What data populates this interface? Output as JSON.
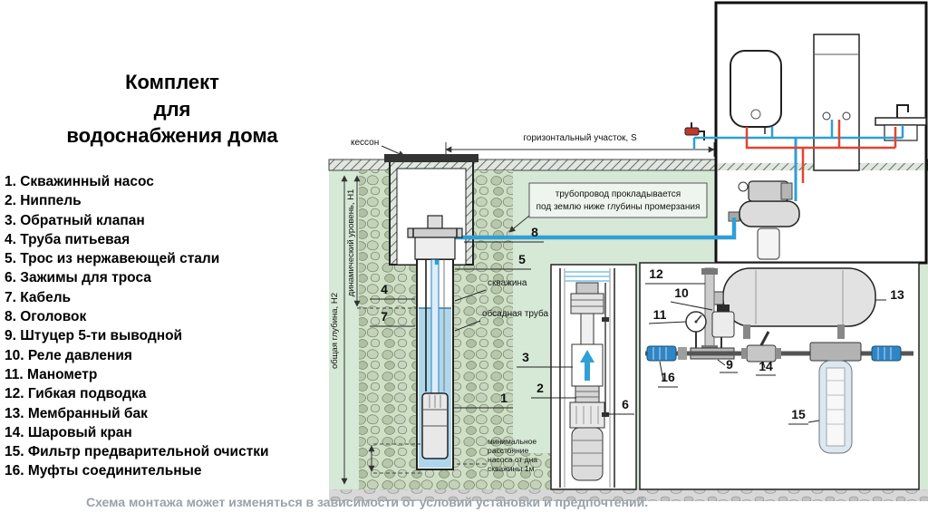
{
  "title": {
    "line1": "Комплект",
    "line2": "для",
    "line3": "водоснабжения дома"
  },
  "legend": {
    "items": [
      "1. Скважинный насос",
      "2. Ниппель",
      "3. Обратный клапан",
      "4. Труба питьевая",
      "5. Трос из нержавеющей стали",
      "6. Зажимы для троса",
      "7. Кабель",
      "8. Оголовок",
      "9. Штуцер 5-ти выводной",
      "10. Реле давления",
      "11. Манометр",
      "12. Гибкая подводка",
      "13. Мембранный бак",
      "14. Шаровый кран",
      "15. Фильтр предварительной очистки",
      "16. Муфты соединительные"
    ]
  },
  "diagram": {
    "labels": {
      "caisson": "кессон",
      "horizontal_section": "горизонтальный участок, S",
      "pipeline_note_1": "трубопровод прокладывается",
      "pipeline_note_2": "под землю ниже глубины промерзания",
      "total_depth": "общая глубина, Н2",
      "dynamic_level": "динамический уровень, Н1",
      "well": "скважина",
      "casing_pipe": "обсадная труба",
      "min_distance_1": "минимальное",
      "min_distance_2": "расстояние",
      "min_distance_3": "насоса от дна",
      "min_distance_4": "скважины 1м"
    },
    "callouts": {
      "c1": "1",
      "c2": "2",
      "c3": "3",
      "c4": "4",
      "c5": "5",
      "c6": "6",
      "c7": "7",
      "c8": "8",
      "c9": "9",
      "c10": "10",
      "c11": "11",
      "c12": "12",
      "c13": "13",
      "c14": "14",
      "c15": "15",
      "c16": "16"
    }
  },
  "footer": {
    "note": "Схема монтажа может изменяться в зависимости от условий установки и предпочтений."
  },
  "colors": {
    "ground_green": "#d6e8d6",
    "cold_pipe_blue": "#2f9fd6",
    "hot_pipe_red": "#e2452f",
    "water_blue": "#aed7ec"
  }
}
